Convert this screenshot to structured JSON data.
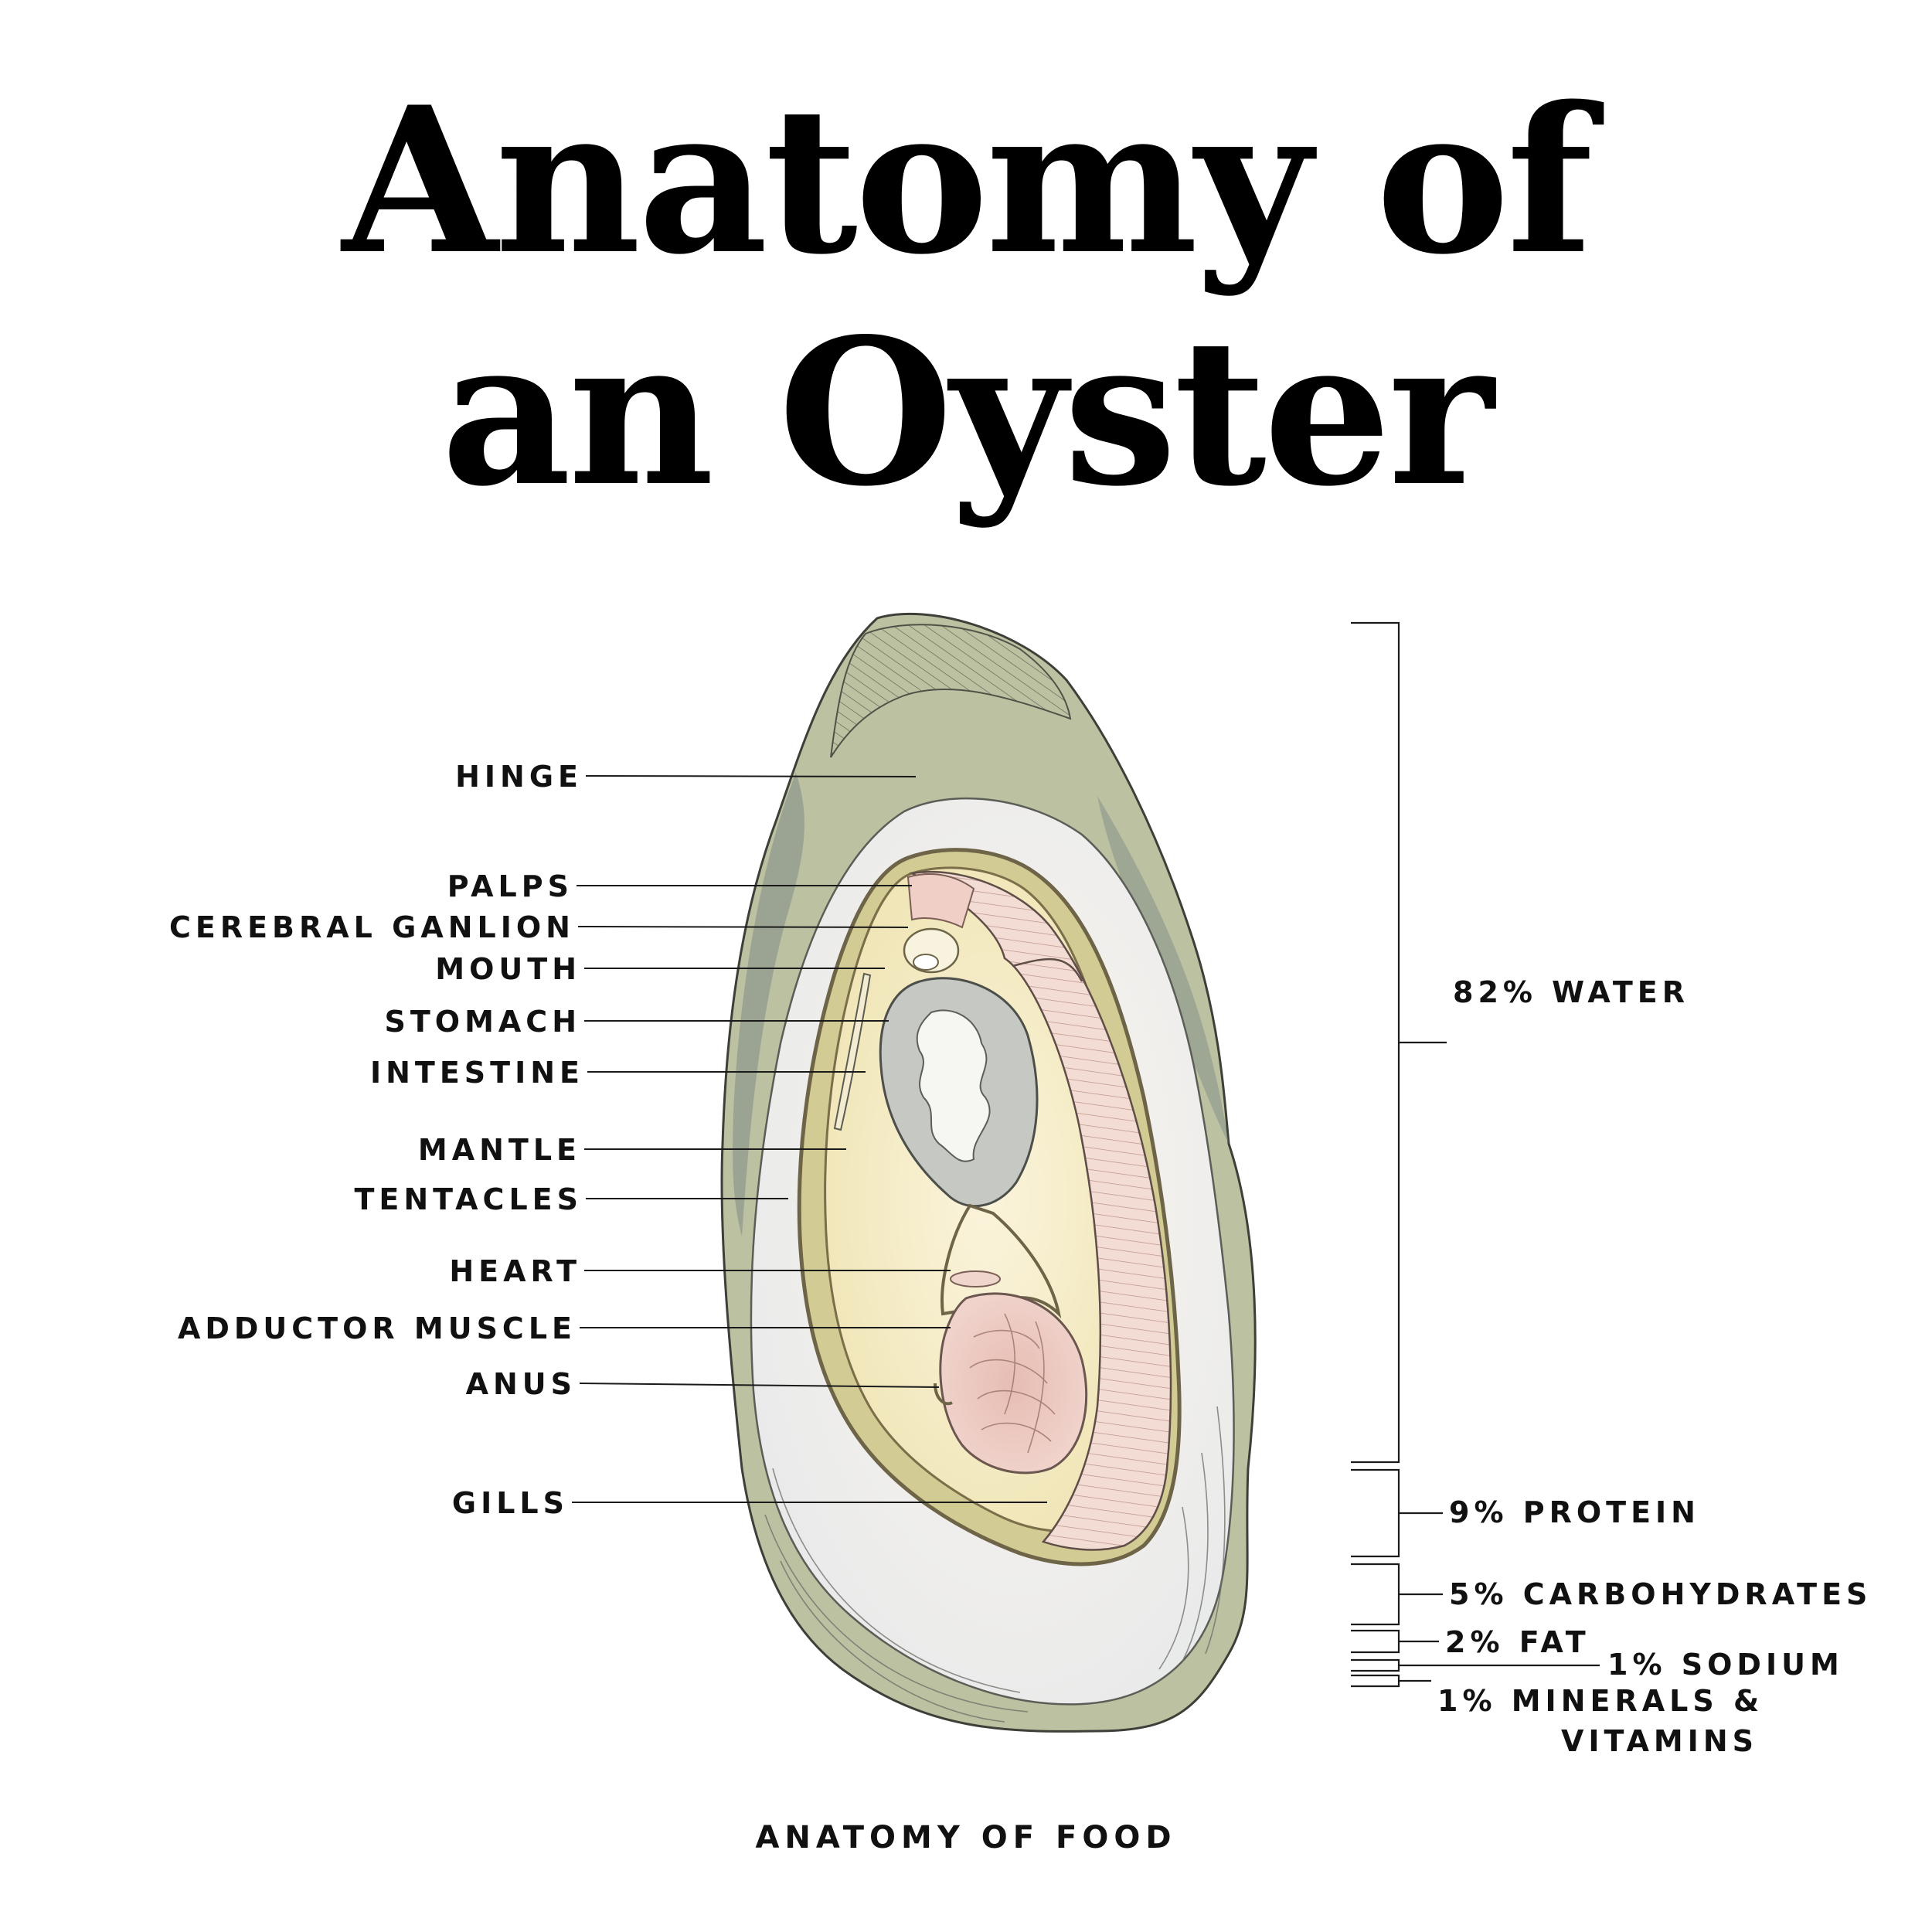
{
  "title": {
    "line1": "Anatomy of",
    "line2": "an Oyster"
  },
  "footer": "ANATOMY OF FOOD",
  "parts": [
    {
      "id": "hinge",
      "label": "HINGE"
    },
    {
      "id": "palps",
      "label": "PALPS"
    },
    {
      "id": "cerebral-ganlion",
      "label": "CEREBRAL GANLION"
    },
    {
      "id": "mouth",
      "label": "MOUTH"
    },
    {
      "id": "stomach",
      "label": "STOMACH"
    },
    {
      "id": "intestine",
      "label": "INTESTINE"
    },
    {
      "id": "mantle",
      "label": "MANTLE"
    },
    {
      "id": "tentacles",
      "label": "TENTACLES"
    },
    {
      "id": "heart",
      "label": "HEART"
    },
    {
      "id": "adductor-muscle",
      "label": "ADDUCTOR MUSCLE"
    },
    {
      "id": "anus",
      "label": "ANUS"
    },
    {
      "id": "gills",
      "label": "GILLS"
    }
  ],
  "composition": [
    {
      "id": "water",
      "percent": 82,
      "label": "82% WATER"
    },
    {
      "id": "protein",
      "percent": 9,
      "label": "9% PROTEIN"
    },
    {
      "id": "carbohydrates",
      "percent": 5,
      "label": "5% CARBOHYDRATES"
    },
    {
      "id": "fat",
      "percent": 2,
      "label": "2% FAT"
    },
    {
      "id": "sodium",
      "percent": 1,
      "label": "1% SODIUM"
    },
    {
      "id": "minerals",
      "percent": 1,
      "label": "1% MINERALS &",
      "label2": "VITAMINS"
    }
  ],
  "colors": {
    "shell_outer": "#b9bf9e",
    "shell_outer_edge": "#6f7a72",
    "shell_inner": "#f1f1f0",
    "mantle_band": "#d6cf96",
    "body": "#f7f0cf",
    "gills": "#f0d7cf",
    "stomach": "#c8c9c6",
    "adductor": "#e9c4bd",
    "ink": "#1a1a1a"
  }
}
